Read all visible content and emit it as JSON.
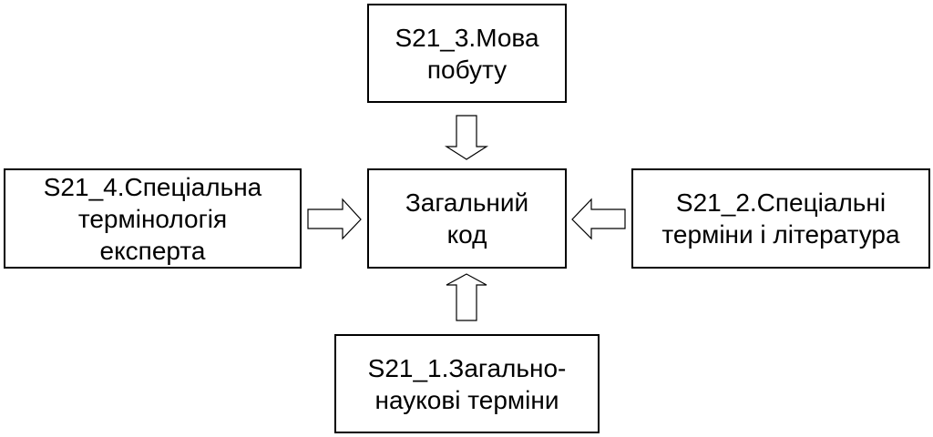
{
  "diagram": {
    "center": {
      "lines": [
        "Загальний",
        "код"
      ]
    },
    "top": {
      "lines": [
        "S21_3.Мова",
        "побуту"
      ]
    },
    "left": {
      "lines": [
        "S21_4.Спеціальна",
        "термінологія",
        "експерта"
      ]
    },
    "right": {
      "lines": [
        "S21_2.Спеціальні",
        "терміни і література"
      ]
    },
    "bottom": {
      "lines": [
        "S21_1.Загально-",
        "наукові терміни"
      ]
    }
  }
}
